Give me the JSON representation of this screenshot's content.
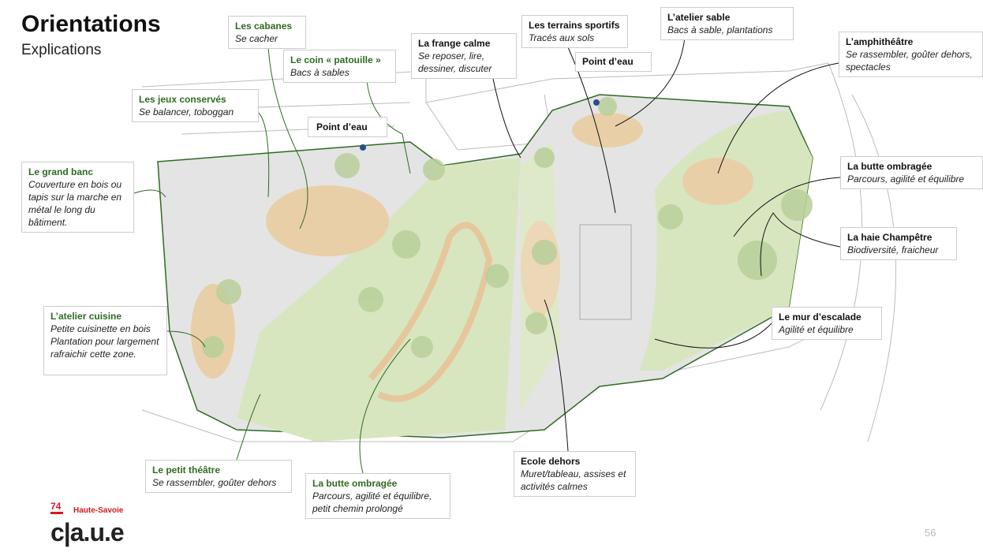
{
  "header": {
    "title": "Orientations",
    "subtitle": "Explications"
  },
  "labels": [
    {
      "id": "cabanes",
      "title": "Les cabanes",
      "desc": "Se cacher"
    },
    {
      "id": "patouille",
      "title": "Le coin « patouille »",
      "desc": "Bacs à sables"
    },
    {
      "id": "frange",
      "title": "La frange calme",
      "desc": "Se reposer, lire, dessiner, discuter"
    },
    {
      "id": "terrains",
      "title": "Les terrains sportifs",
      "desc": "Tracés aux sols"
    },
    {
      "id": "sable",
      "title": "L’atelier sable",
      "desc": "Bacs à sable, plantations"
    },
    {
      "id": "eau1",
      "title": "Point d’eau",
      "desc": ""
    },
    {
      "id": "amphi",
      "title": "L’amphithéâtre",
      "desc": "Se rassembler, goûter dehors, spectacles"
    },
    {
      "id": "jeux",
      "title": "Les jeux conservés",
      "desc": "Se balancer, toboggan"
    },
    {
      "id": "eau2",
      "title": "Point d’eau",
      "desc": ""
    },
    {
      "id": "banc",
      "title": "Le grand banc",
      "desc": "Couverture en bois ou tapis sur la marche en métal le long du bâtiment."
    },
    {
      "id": "butte1",
      "title": "La butte ombragée",
      "desc": "Parcours, agilité et équilibre"
    },
    {
      "id": "haie",
      "title": "La haie Champêtre",
      "desc": "Biodiversité, fraicheur"
    },
    {
      "id": "mur",
      "title": "Le mur d’escalade",
      "desc": "Agilité et équilibre"
    },
    {
      "id": "cuisine",
      "title": "L’atelier cuisine",
      "desc": "Petite cuisinette en bois Plantation pour largement rafraichir cette zone."
    },
    {
      "id": "theatre",
      "title": "Le petit théâtre",
      "desc": "Se rassembler, goûter dehors"
    },
    {
      "id": "butte2",
      "title": "La butte ombragée",
      "desc": "Parcours, agilité et équilibre, petit chemin prolongé"
    },
    {
      "id": "ecole",
      "title": "Ecole dehors",
      "desc": "Muret/tableau, assises et activités calmes"
    }
  ],
  "logo": {
    "number": "74",
    "region": "Haute-Savoie",
    "name": "c|a.u.e"
  },
  "page_number": "56",
  "colors": {
    "green_title": "#2e6b22",
    "ground": "#e2e2e2",
    "grass": "#d8e8bf",
    "sand": "#e9cfa8"
  }
}
